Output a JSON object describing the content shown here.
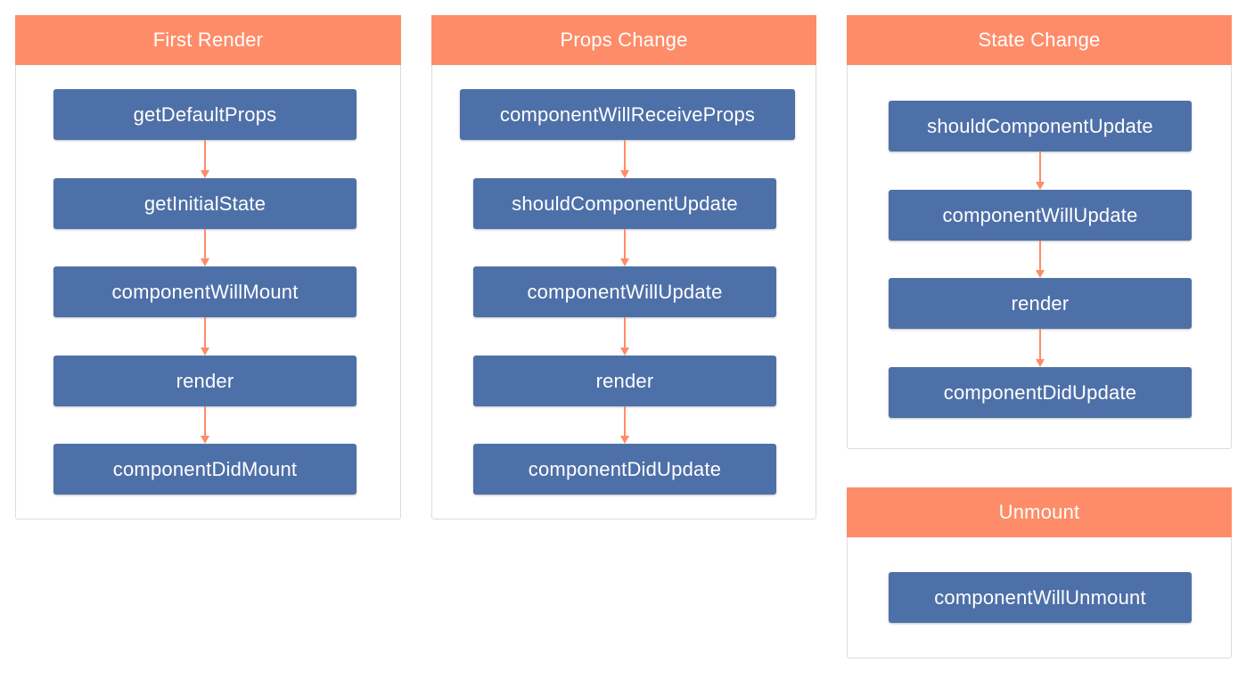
{
  "colors": {
    "header": "#ff8c69",
    "node": "#4e70a8",
    "arrow": "#ff8c69",
    "border": "#dcdcdc"
  },
  "panels": [
    {
      "title": "First Render",
      "nodes": [
        "getDefaultProps",
        "getInitialState",
        "componentWillMount",
        "render",
        "componentDidMount"
      ]
    },
    {
      "title": "Props Change",
      "nodes": [
        "componentWillReceiveProps",
        "shouldComponentUpdate",
        "componentWillUpdate",
        "render",
        "componentDidUpdate"
      ]
    },
    {
      "title": "State Change",
      "nodes": [
        "shouldComponentUpdate",
        "componentWillUpdate",
        "render",
        "componentDidUpdate"
      ]
    },
    {
      "title": "Unmount",
      "nodes": [
        "componentWillUnmount"
      ]
    }
  ]
}
